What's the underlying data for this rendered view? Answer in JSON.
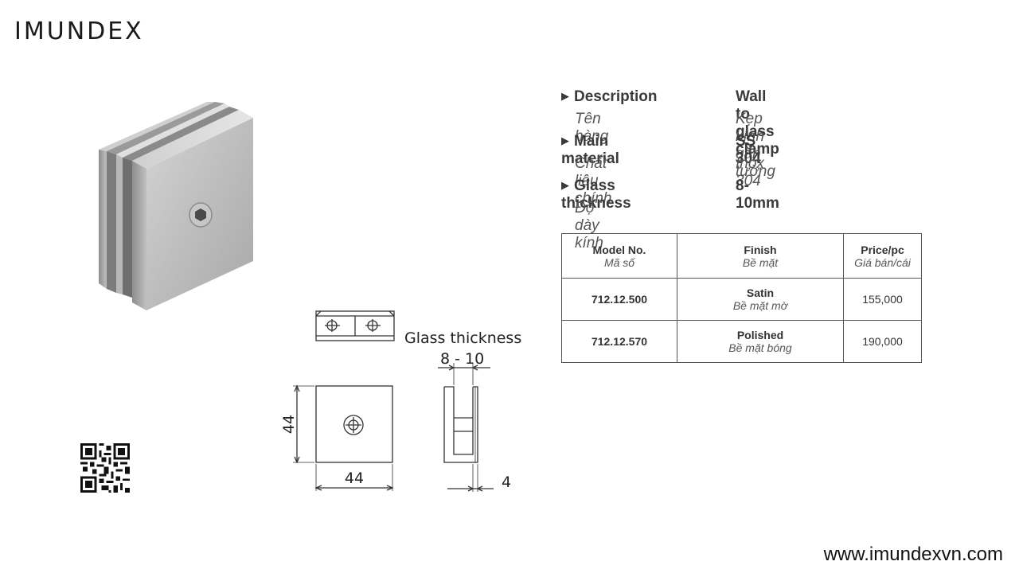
{
  "brand": {
    "logo": "IMUNDEX",
    "website": "www.imundexvn.com"
  },
  "specs": [
    {
      "label": "Description",
      "label_vi": "Tên hàng",
      "value": "Wall to glass clamp",
      "value_vi": "Kẹp kính gắn tường"
    },
    {
      "label": "Main material",
      "label_vi": "Chất liệu chính",
      "value": "SS 304",
      "value_vi": "Inox 304"
    },
    {
      "label": "Glass thickness",
      "label_vi": "Độ dày kính",
      "value": "8-10mm",
      "value_vi": ""
    }
  ],
  "table": {
    "headers": [
      {
        "en": "Model No.",
        "vi": "Mã số"
      },
      {
        "en": "Finish",
        "vi": "Bề mặt"
      },
      {
        "en": "Price/pc",
        "vi": "Giá bán/cái"
      }
    ],
    "rows": [
      {
        "model": "712.12.500",
        "finish": "Satin",
        "finish_vi": "Bề mặt mờ",
        "price": "155,000"
      },
      {
        "model": "712.12.570",
        "finish": "Polished",
        "finish_vi": "Bề mặt bóng",
        "price": "190,000"
      }
    ]
  },
  "drawing": {
    "glass_label": "Glass thickness",
    "glass_range": "8 - 10",
    "height": "44",
    "width": "44",
    "depth": "4"
  }
}
